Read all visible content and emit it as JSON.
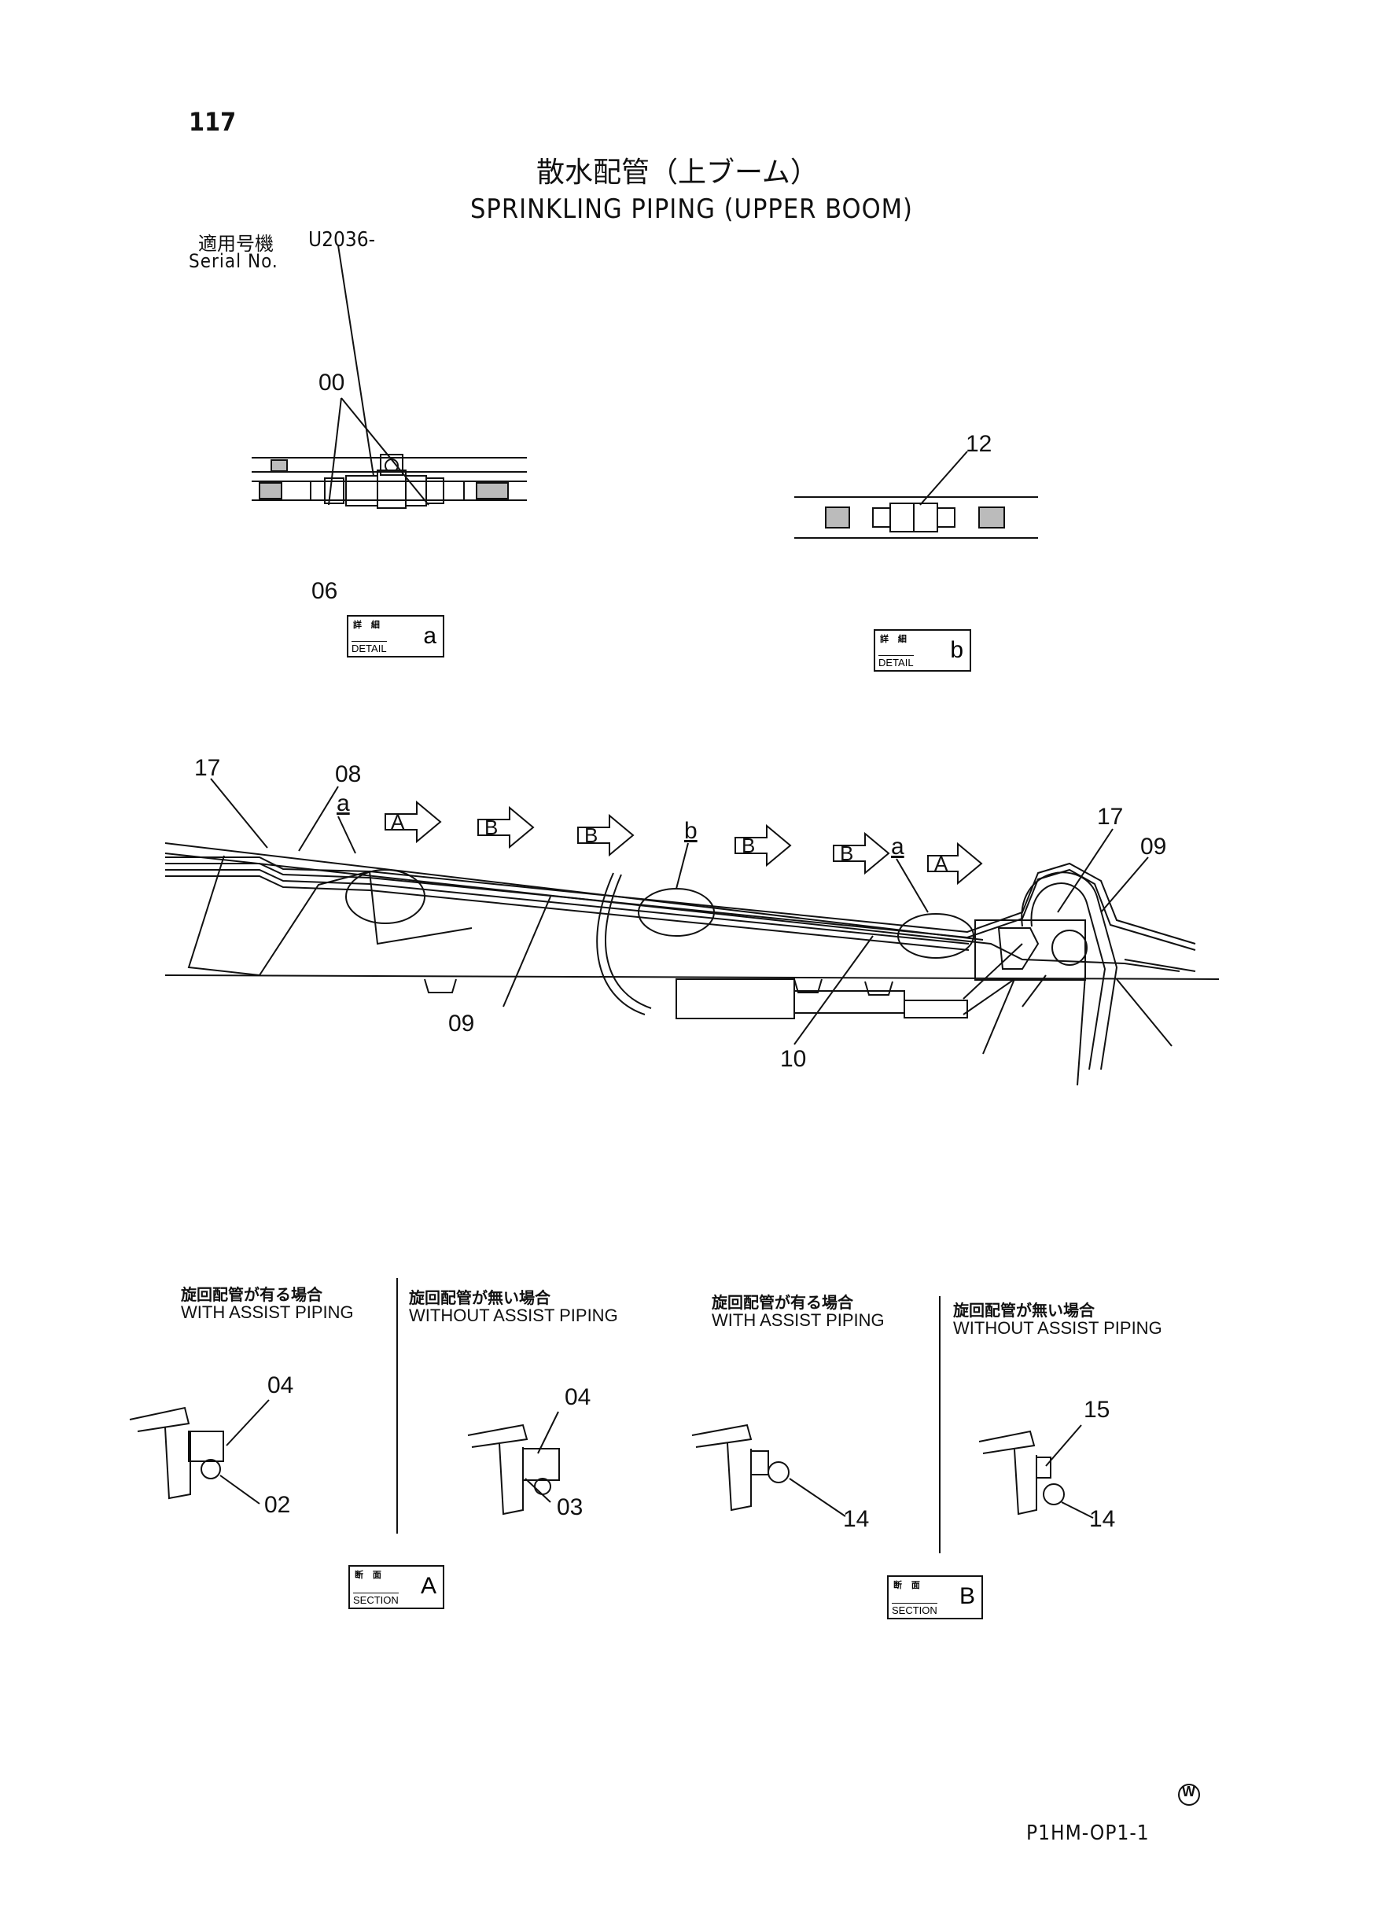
{
  "page_number": "117",
  "title_jp": "散水配管（上ブーム）",
  "title_en": "SPRINKLING PIPING (UPPER BOOM)",
  "serial": {
    "label_jp": "適用号機",
    "value": "U2036-",
    "label_en": "Serial No."
  },
  "detail_a": {
    "jp": "詳 細",
    "en": "DETAIL",
    "letter": "a",
    "callouts": [
      "00",
      "06"
    ]
  },
  "detail_b": {
    "jp": "詳 細",
    "en": "DETAIL",
    "letter": "b",
    "callouts": [
      "12"
    ]
  },
  "main_view": {
    "callouts": [
      "17",
      "08",
      "a",
      "b",
      "a",
      "17",
      "09",
      "09",
      "10"
    ],
    "section_arrows": [
      "A",
      "B",
      "B",
      "B",
      "B",
      "A"
    ]
  },
  "section_a": {
    "jp": "断 面",
    "en": "SECTION",
    "letter": "A",
    "left": {
      "jp": "旋回配管が有る場合",
      "en": "WITH ASSIST PIPING",
      "callouts": [
        "04",
        "02"
      ]
    },
    "right": {
      "jp": "旋回配管が無い場合",
      "en": "WITHOUT ASSIST PIPING",
      "callouts": [
        "04",
        "03"
      ]
    }
  },
  "section_b": {
    "jp": "断 面",
    "en": "SECTION",
    "letter": "B",
    "left": {
      "jp": "旋回配管が有る場合",
      "en": "WITH ASSIST PIPING",
      "callouts": [
        "14"
      ]
    },
    "right": {
      "jp": "旋回配管が無い場合",
      "en": "WITHOUT ASSIST PIPING",
      "callouts": [
        "15",
        "14"
      ]
    }
  },
  "mark": "W",
  "drawing_code": "P1HM-OP1-1",
  "colors": {
    "ink": "#111111",
    "paper": "#ffffff"
  }
}
